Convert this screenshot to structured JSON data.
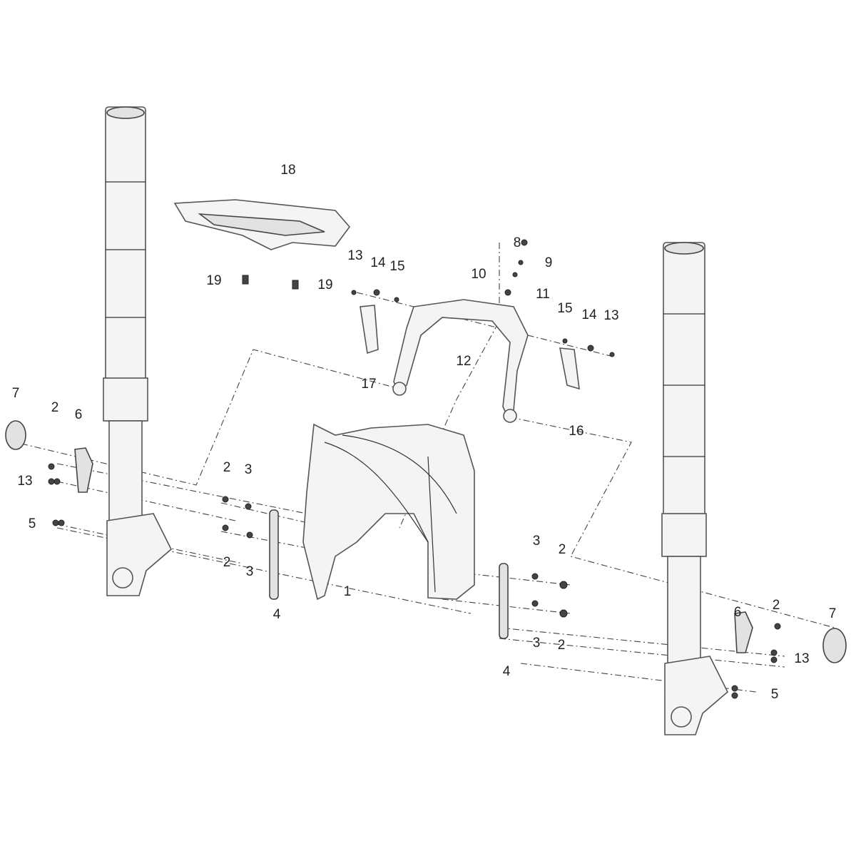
{
  "title": "Front fork and front fender exploded parts diagram",
  "labels": {
    "p18": "18",
    "p19a": "19",
    "p19b": "19",
    "p13a": "13",
    "p14a": "14",
    "p15a": "15",
    "p8": "8",
    "p9": "9",
    "p10": "10",
    "p11": "11",
    "p15b": "15",
    "p14b": "14",
    "p13b": "13",
    "p12": "12",
    "p17": "17",
    "p16": "16",
    "p7a": "7",
    "p2a": "2",
    "p6a": "6",
    "p13c": "13",
    "p5a": "5",
    "p2b": "2",
    "p3b": "3",
    "p2c": "2",
    "p3c": "3",
    "p4a": "4",
    "p1": "1",
    "p3d": "3",
    "p2d": "2",
    "p3e": "3",
    "p2e": "2",
    "p4b": "4",
    "p6b": "6",
    "p2f": "2",
    "p7b": "7",
    "p13d": "13",
    "p5b": "5"
  }
}
